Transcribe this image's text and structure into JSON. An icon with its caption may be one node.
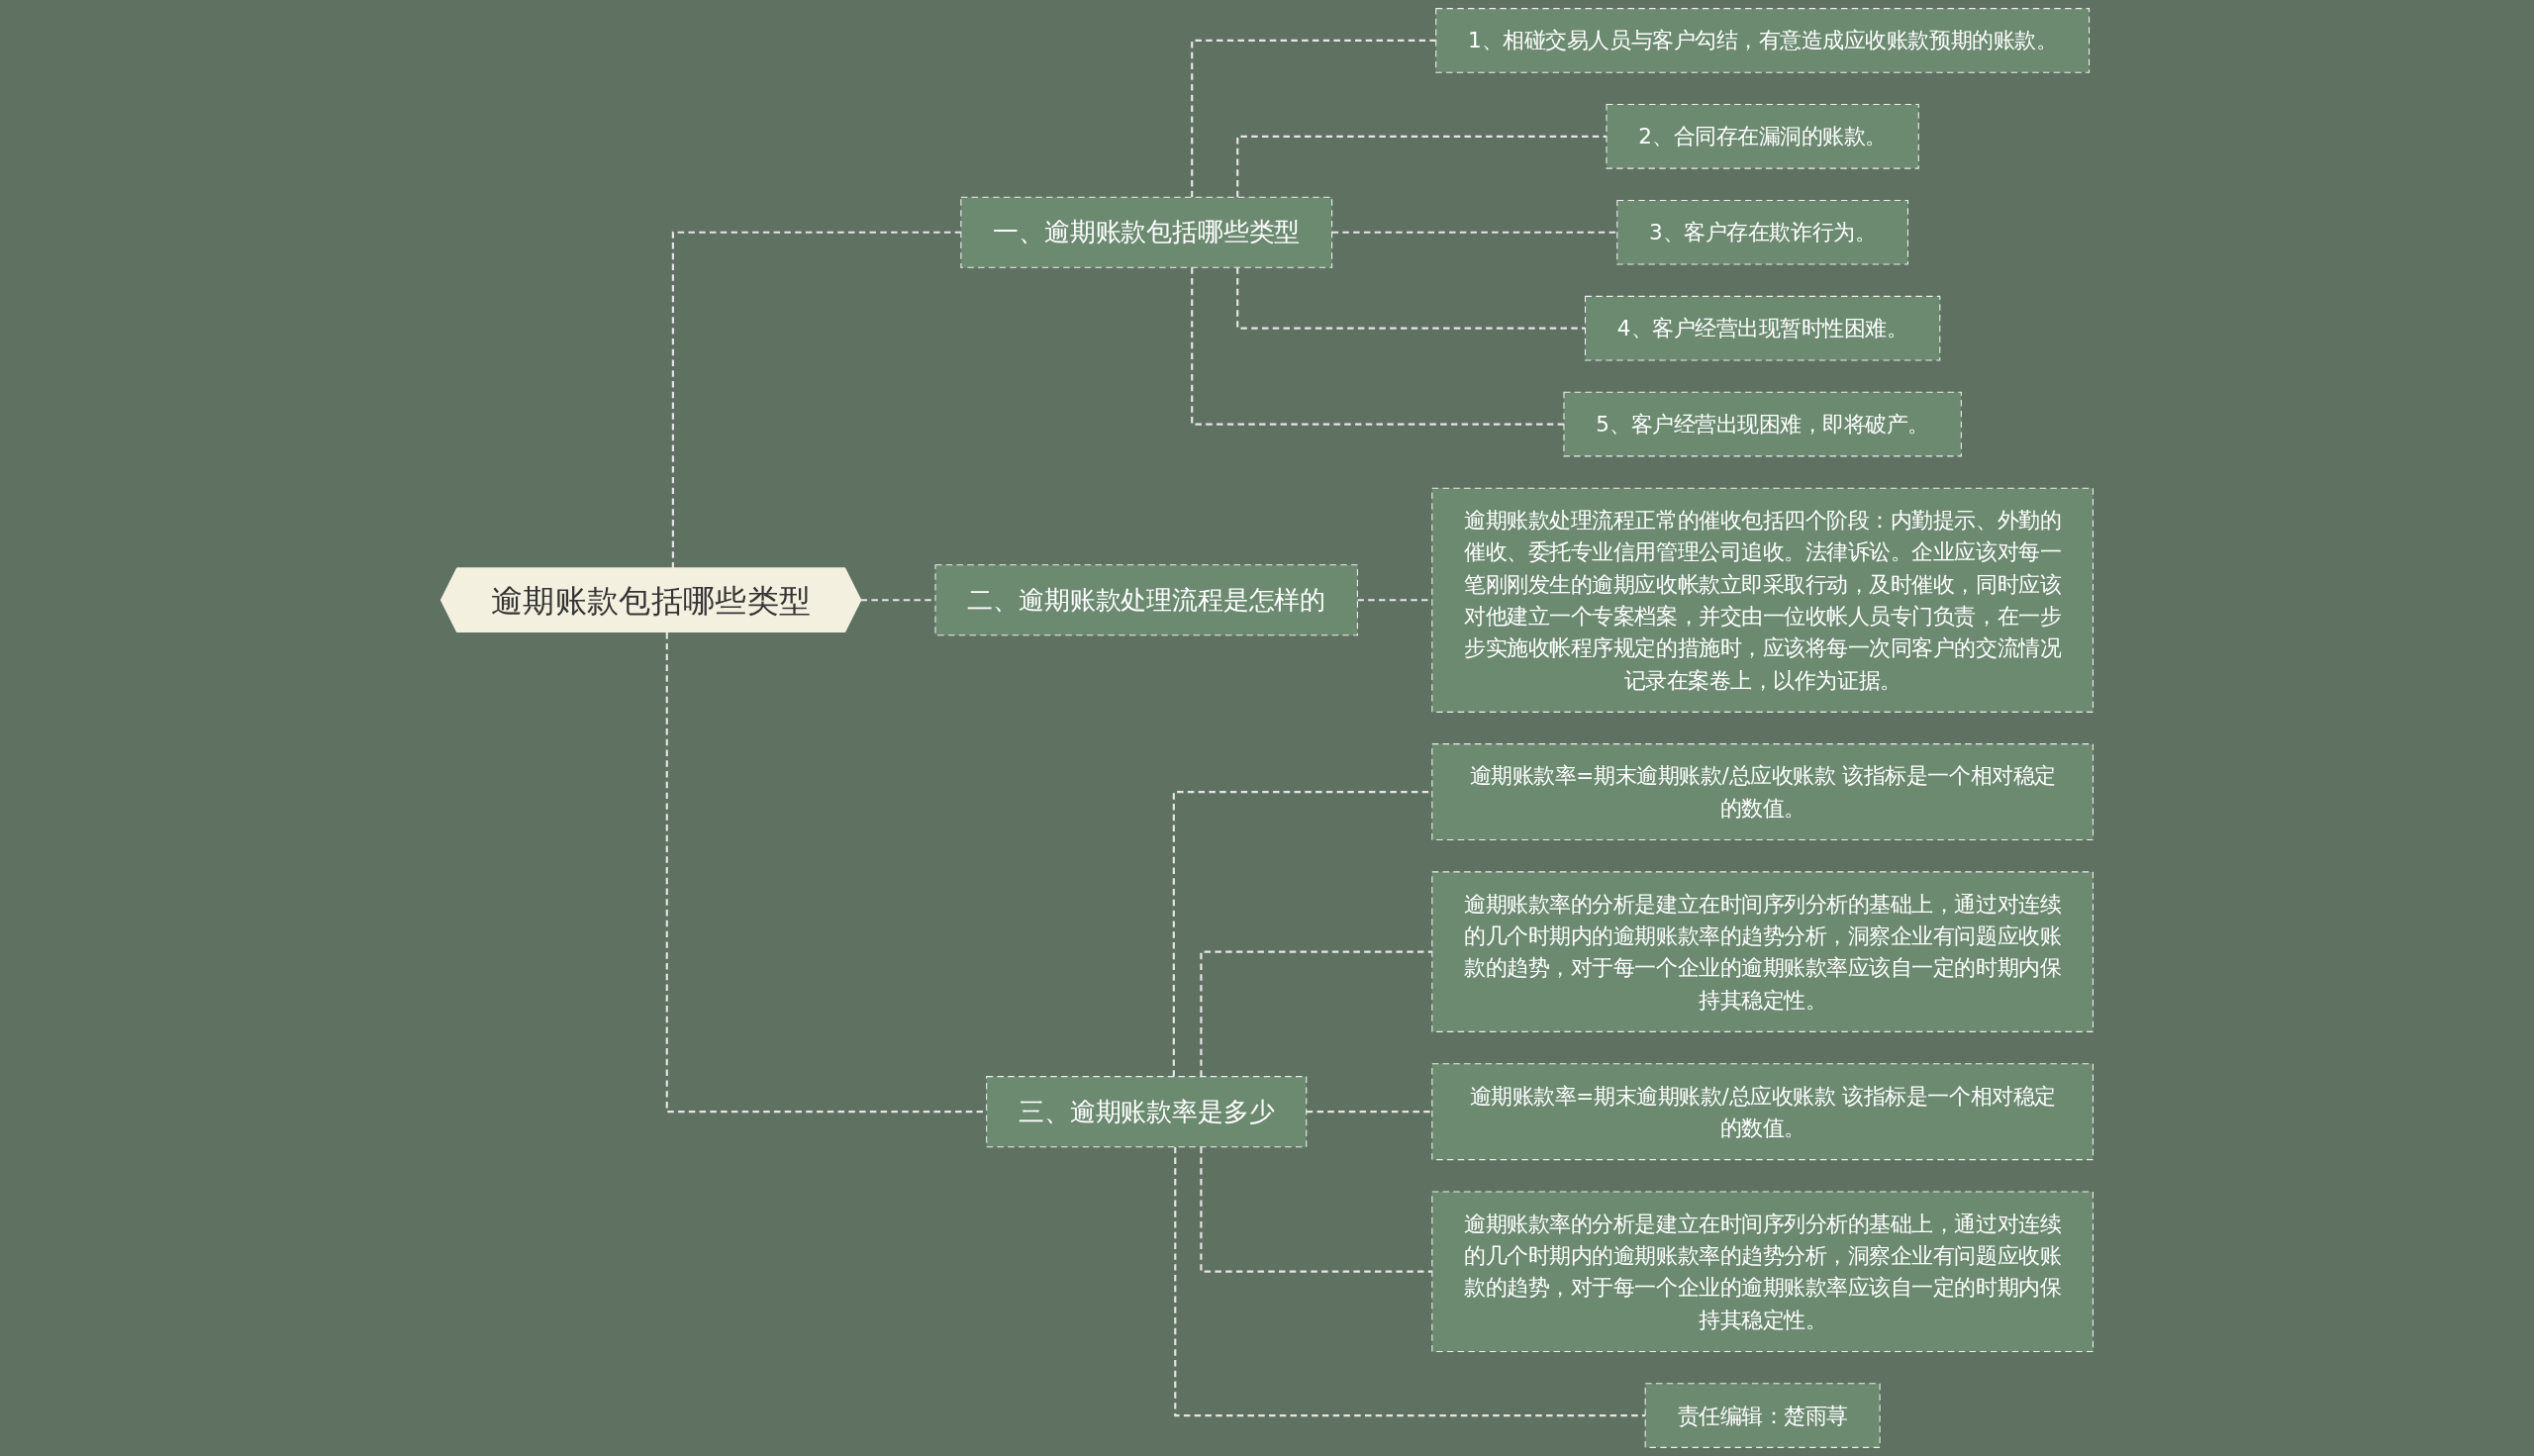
{
  "diagram": {
    "nodes": [
      {
        "text": [
          "逾期账款包括哪些类型"
        ]
      },
      {
        "text": [
          "一、逾期账款包括哪些类型"
        ]
      },
      {
        "text": [
          "1、相碰交易人员与客户勾结，有意造成应收账款预期的账款。"
        ]
      },
      {
        "text": [
          "2、合同存在漏洞的账款。"
        ]
      },
      {
        "text": [
          "3、客户存在欺诈行为。"
        ]
      },
      {
        "text": [
          "4、客户经营出现暂时性困难。"
        ]
      },
      {
        "text": [
          "5、客户经营出现困难，即将破产。"
        ]
      },
      {
        "text": [
          "二、逾期账款处理流程是怎样的"
        ]
      },
      {
        "text": [
          "逾期账款处理流程正常的催收包括四个阶段：内勤提示、外勤的催收、委托专业信用管理公司追收。法律诉讼。企业应该对每一笔刚刚发生的逾期应收帐款立即采取行动，及时催收，同时应该对他建立一个专案档案，并交由一位收帐人员专门负责，在一步步实施收帐程序规定的措施时，应该将每一次同客户的交流情况记录在案卷上，以作为证据。"
        ]
      },
      {
        "text": [
          "三、逾期账款率是多少"
        ]
      },
      {
        "text": [
          "逾期账款率=期末逾期账款/总应收账款 该指标是一个相对稳定的数值。"
        ]
      },
      {
        "text": [
          "逾期账款率的分析是建立在时间序列分析的基础上，通过对连续的几个时期内的逾期账款率的趋势分析，洞察企业有问题应收账款的趋势，对于每一个企业的逾期账款率应该自一定的时期内保持其稳定性。"
        ]
      },
      {
        "text": [
          "逾期账款率=期末逾期账款/总应收账款 该指标是一个相对稳定的数值。"
        ]
      },
      {
        "text": [
          "逾期账款率的分析是建立在时间序列分析的基础上，通过对连续的几个时期内的逾期账款率的趋势分析，洞察企业有问题应收账款的趋势，对于每一个企业的逾期账款率应该自一定的时期内保持其稳定性。"
        ]
      },
      {
        "text": [
          "责任编辑：楚雨荨"
        ]
      }
    ],
    "edges": [
      {
        "from": 0,
        "to": 1,
        "arrow": "none",
        "style": "dashed"
      },
      {
        "from": 1,
        "to": 2,
        "arrow": "none",
        "style": "dashed"
      },
      {
        "from": 1,
        "to": 3,
        "arrow": "none",
        "style": "dashed"
      },
      {
        "from": 1,
        "to": 4,
        "arrow": "none",
        "style": "dashed"
      },
      {
        "from": 1,
        "to": 5,
        "arrow": "none",
        "style": "dashed"
      },
      {
        "from": 1,
        "to": 6,
        "arrow": "none",
        "style": "dashed"
      },
      {
        "from": 0,
        "to": 7,
        "arrow": "none",
        "style": "dashed"
      },
      {
        "from": 7,
        "to": 8,
        "arrow": "none",
        "style": "dashed"
      },
      {
        "from": 0,
        "to": 9,
        "arrow": "none",
        "style": "dashed"
      },
      {
        "from": 9,
        "to": 10,
        "arrow": "none",
        "style": "dashed"
      },
      {
        "from": 9,
        "to": 11,
        "arrow": "none",
        "style": "dashed"
      },
      {
        "from": 9,
        "to": 12,
        "arrow": "none",
        "style": "dashed"
      },
      {
        "from": 9,
        "to": 13,
        "arrow": "none",
        "style": "dashed"
      },
      {
        "from": 9,
        "to": 14,
        "arrow": "none",
        "style": "dashed"
      }
    ]
  }
}
